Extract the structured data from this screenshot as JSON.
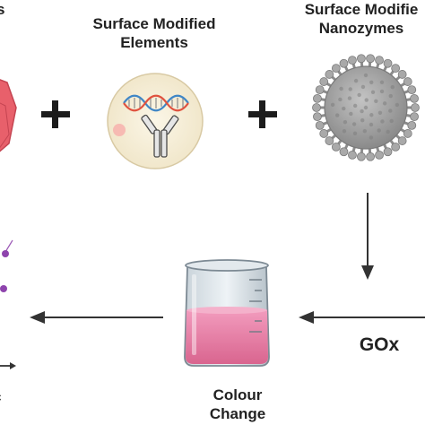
{
  "labels": {
    "partial_top_left": "s",
    "elements": [
      "Surface Modified",
      "Elements"
    ],
    "nanozymes": [
      "Surface Modifie",
      "Nanozymes"
    ],
    "colour_change": [
      "Colour",
      "Change"
    ],
    "gox": "GOx",
    "partial_bottom_left": "c"
  },
  "icons": [
    "crystal-icon",
    "plus-icon",
    "dna-antibody-icon",
    "nanozyme-particle-icon",
    "beaker-icon",
    "arrow-icon"
  ],
  "colors": {
    "crystal": "#e8606b",
    "bio_circle": "#f4ecd6",
    "nanozyme": "#9a9a9a",
    "liquid": "#e07aa3",
    "arrow": "#333333"
  }
}
